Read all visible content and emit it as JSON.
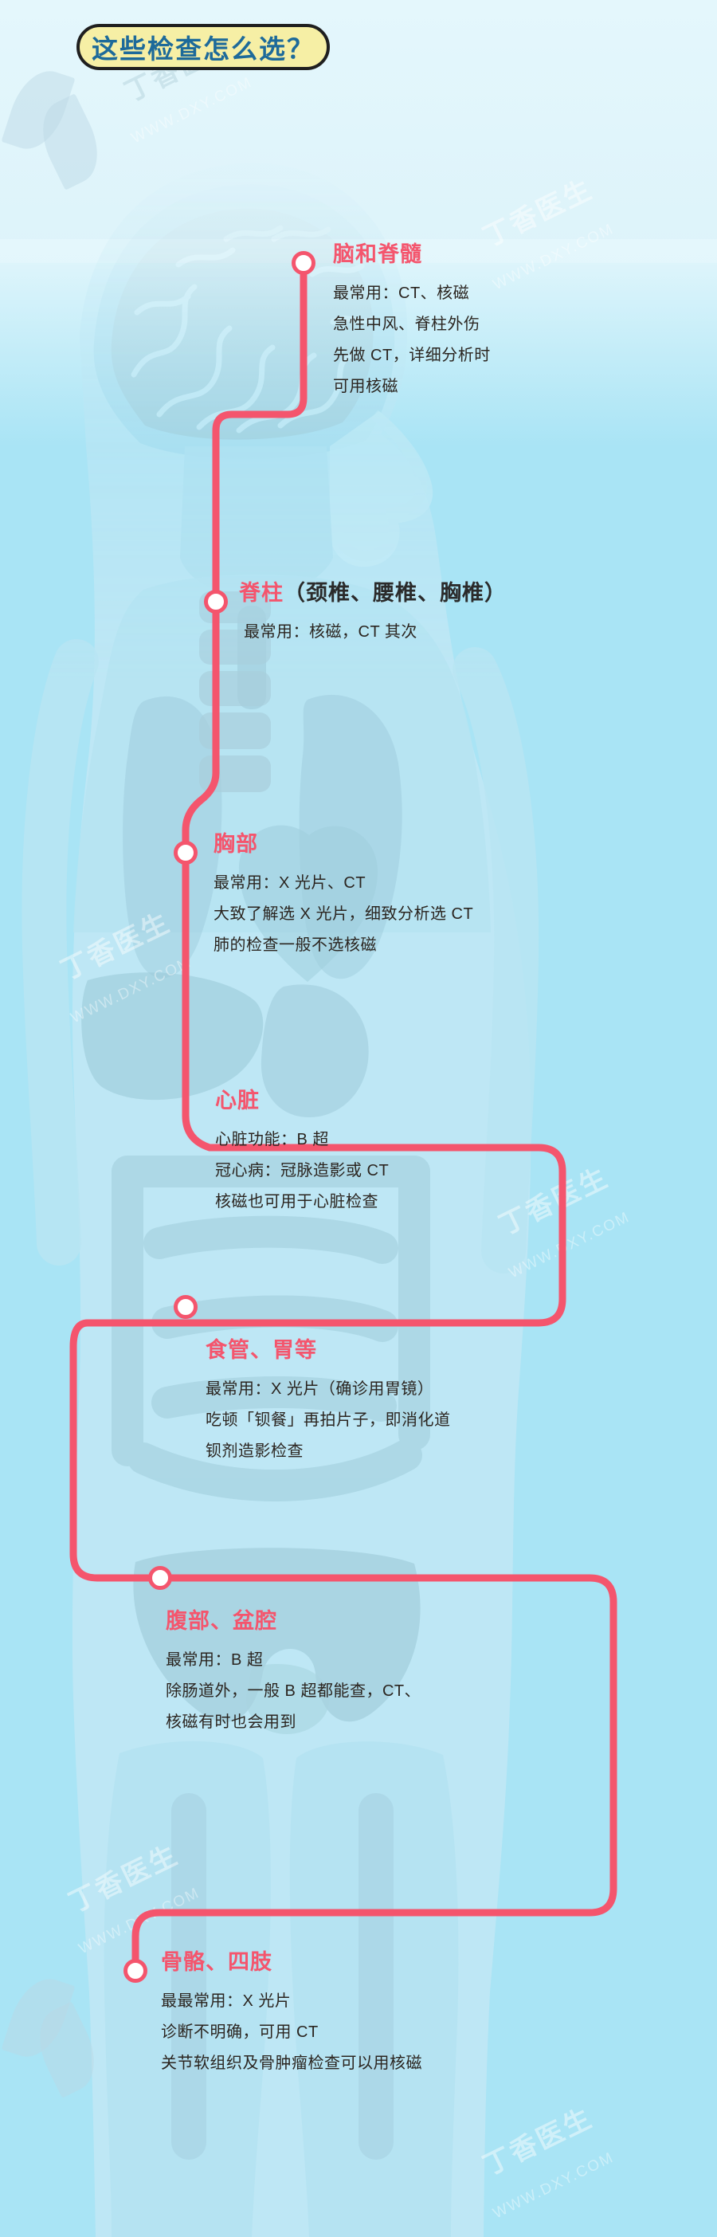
{
  "title": "这些检查怎么选？",
  "watermarks": {
    "brand": "丁香医生",
    "url": "www.dxy.com",
    "url_alt": "WWW.DXY.COM"
  },
  "colors": {
    "background": "#a9e4f5",
    "background_top": "#e4f7fc",
    "title_box": "#f6efa5",
    "title_text": "#1d6a9a",
    "accent": "#f4556d",
    "body_text": "#2b2520",
    "silhouette": "#8ec9dd"
  },
  "sections": [
    {
      "id": "brain-spinal-cord",
      "heading": "脑和脊髓",
      "heading_suffix": "",
      "lines": [
        "最常用：CT、核磁",
        "急性中风、脊柱外伤",
        "先做 CT，详细分析时",
        "可用核磁"
      ]
    },
    {
      "id": "spine",
      "heading": "脊柱",
      "heading_suffix": "（颈椎、腰椎、胸椎）",
      "lines": [
        "最常用：核磁，CT 其次"
      ]
    },
    {
      "id": "chest",
      "heading": "胸部",
      "heading_suffix": "",
      "lines": [
        "最常用：X 光片、CT",
        "大致了解选 X 光片，细致分析选 CT",
        "肺的检查一般不选核磁"
      ]
    },
    {
      "id": "heart",
      "heading": "心脏",
      "heading_suffix": "",
      "lines": [
        "心脏功能：B 超",
        "冠心病：冠脉造影或 CT",
        "核磁也可用于心脏检查"
      ]
    },
    {
      "id": "esophagus-stomach",
      "heading": "食管、胃等",
      "heading_suffix": "",
      "lines": [
        "最常用：X 光片（确诊用胃镜）",
        "吃顿「钡餐」再拍片子，即消化道",
        "钡剂造影检查"
      ]
    },
    {
      "id": "abdomen-pelvis",
      "heading": "腹部、盆腔",
      "heading_suffix": "",
      "lines": [
        "最常用：B 超",
        "除肠道外，一般 B 超都能查，CT、",
        "核磁有时也会用到"
      ]
    },
    {
      "id": "bones-limbs",
      "heading": "骨骼、四肢",
      "heading_suffix": "",
      "lines": [
        "最最常用：X 光片",
        "诊断不明确，可用 CT",
        "关节软组织及骨肿瘤检查可以用核磁"
      ]
    }
  ]
}
